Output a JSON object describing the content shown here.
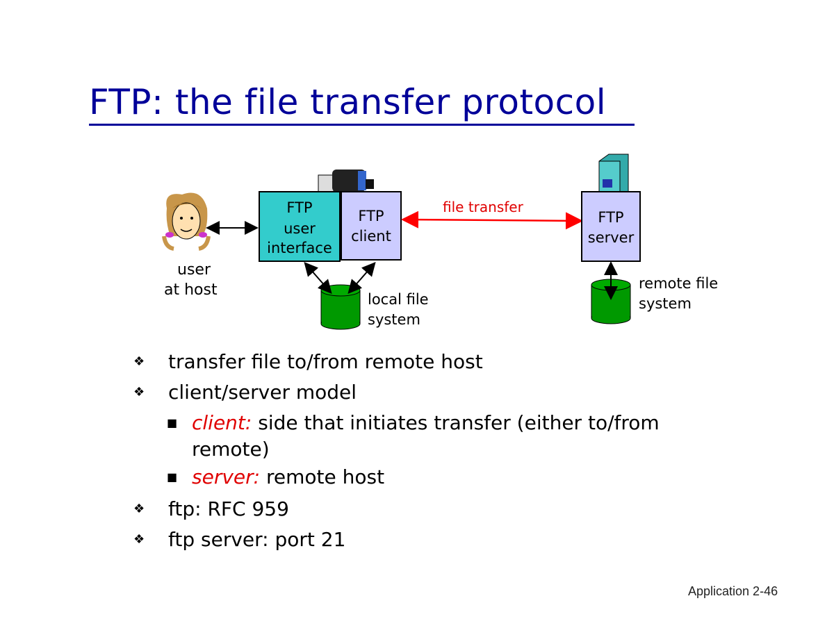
{
  "title": "FTP: the file transfer protocol",
  "diagram": {
    "user_label_1": "user",
    "user_label_2": "at host",
    "ftp_ui_1": "FTP",
    "ftp_ui_2": "user",
    "ftp_ui_3": "interface",
    "ftp_client_1": "FTP",
    "ftp_client_2": "client",
    "file_transfer": "file transfer",
    "ftp_server_1": "FTP",
    "ftp_server_2": "server",
    "local_fs_1": "local file",
    "local_fs_2": "system",
    "remote_fs_1": "remote file",
    "remote_fs_2": "system",
    "colors": {
      "ui_box": "#33cccc",
      "client_box": "#ccccff",
      "disk": "#009900",
      "arrow": "#ff0000",
      "title": "#000099"
    }
  },
  "bullets": [
    {
      "text": "transfer file to/from remote host"
    },
    {
      "text": "client/server model"
    },
    {
      "text": "ftp: RFC 959"
    },
    {
      "text": "ftp server: port 21"
    }
  ],
  "sub_bullets": [
    {
      "term": "client:",
      "line1": " side that initiates transfer (either to/from",
      "line2": "remote)"
    },
    {
      "term": "server:",
      "line1": " remote host"
    }
  ],
  "footer": "Application  2-46"
}
